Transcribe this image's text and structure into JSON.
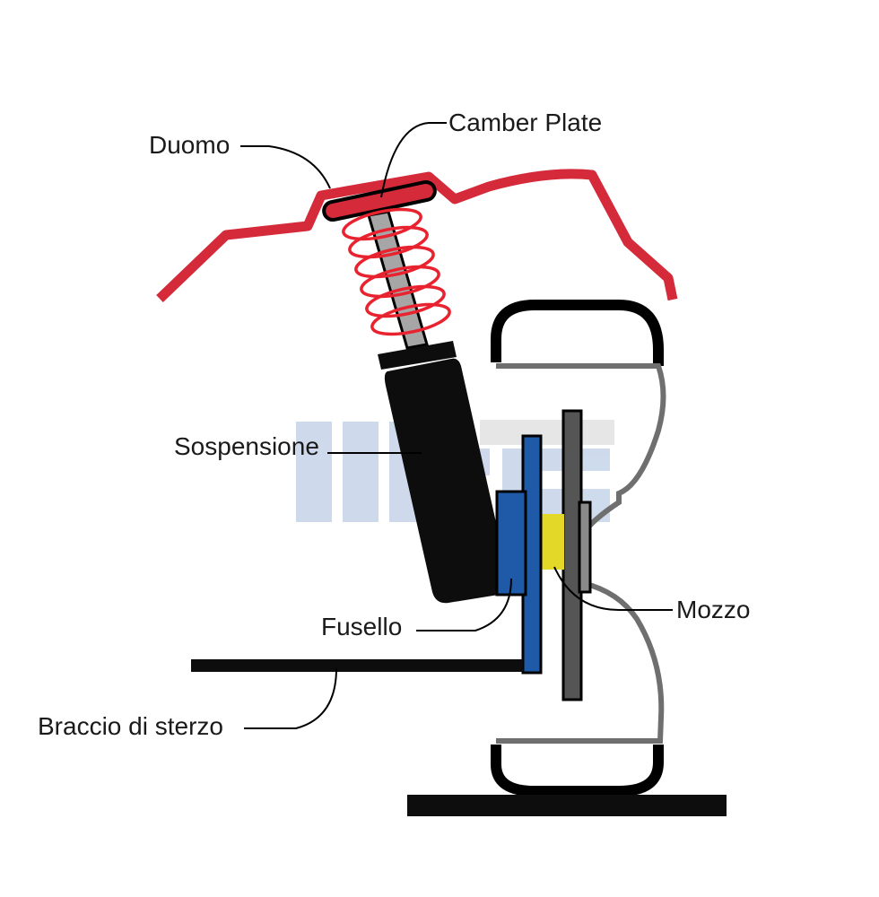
{
  "labels": {
    "duomo": "Duomo",
    "camber_plate": "Camber Plate",
    "sospensione": "Sospensione",
    "fusello": "Fusello",
    "mozzo": "Mozzo",
    "braccio": "Braccio di sterzo"
  },
  "colors": {
    "body_red": "#d42a3a",
    "spring_red": "#e8232f",
    "shock_black": "#0d0d0d",
    "rod_gray": "#a6a6a6",
    "tire_gray": "#6f6f6f",
    "hub_yellow": "#e3d827",
    "knuckle_blue": "#1f5aa8",
    "disc_gray": "#555555",
    "watermark_blue": "#c9d7ea",
    "leader_black": "#000000"
  }
}
